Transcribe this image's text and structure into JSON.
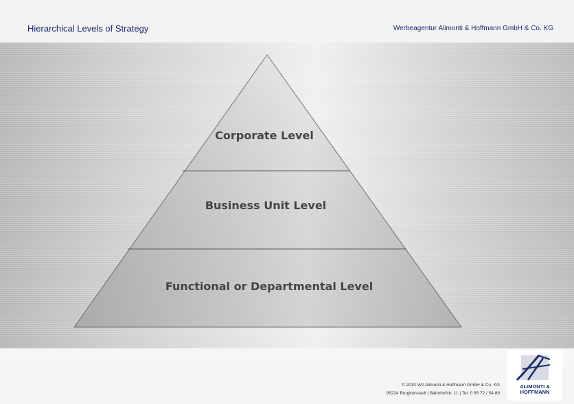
{
  "header": {
    "title": "Hierarchical Levels of Strategy",
    "company": "Werbeagentur Alimonti & Hoffmann GmbH & Co. KG"
  },
  "pyramid": {
    "levels": [
      {
        "label": "Corporate Level"
      },
      {
        "label": "Business Unit Level"
      },
      {
        "label": "Functional or Departmental Level"
      }
    ]
  },
  "footer": {
    "copyright": "© 2010 WA Alimonti & Hoffmann GmbH & Co. KG",
    "address": "95224 Burgkunstadt | Bahnhofstr. 11 | Tel: 0 95 72 / 54 89"
  },
  "logo": {
    "line1": "ALIMONTI &",
    "line2": "HOFFMANN"
  },
  "colors": {
    "accent": "#1a2a6c",
    "pyramid_fill": "#c8c8c8",
    "label": "#444444"
  }
}
